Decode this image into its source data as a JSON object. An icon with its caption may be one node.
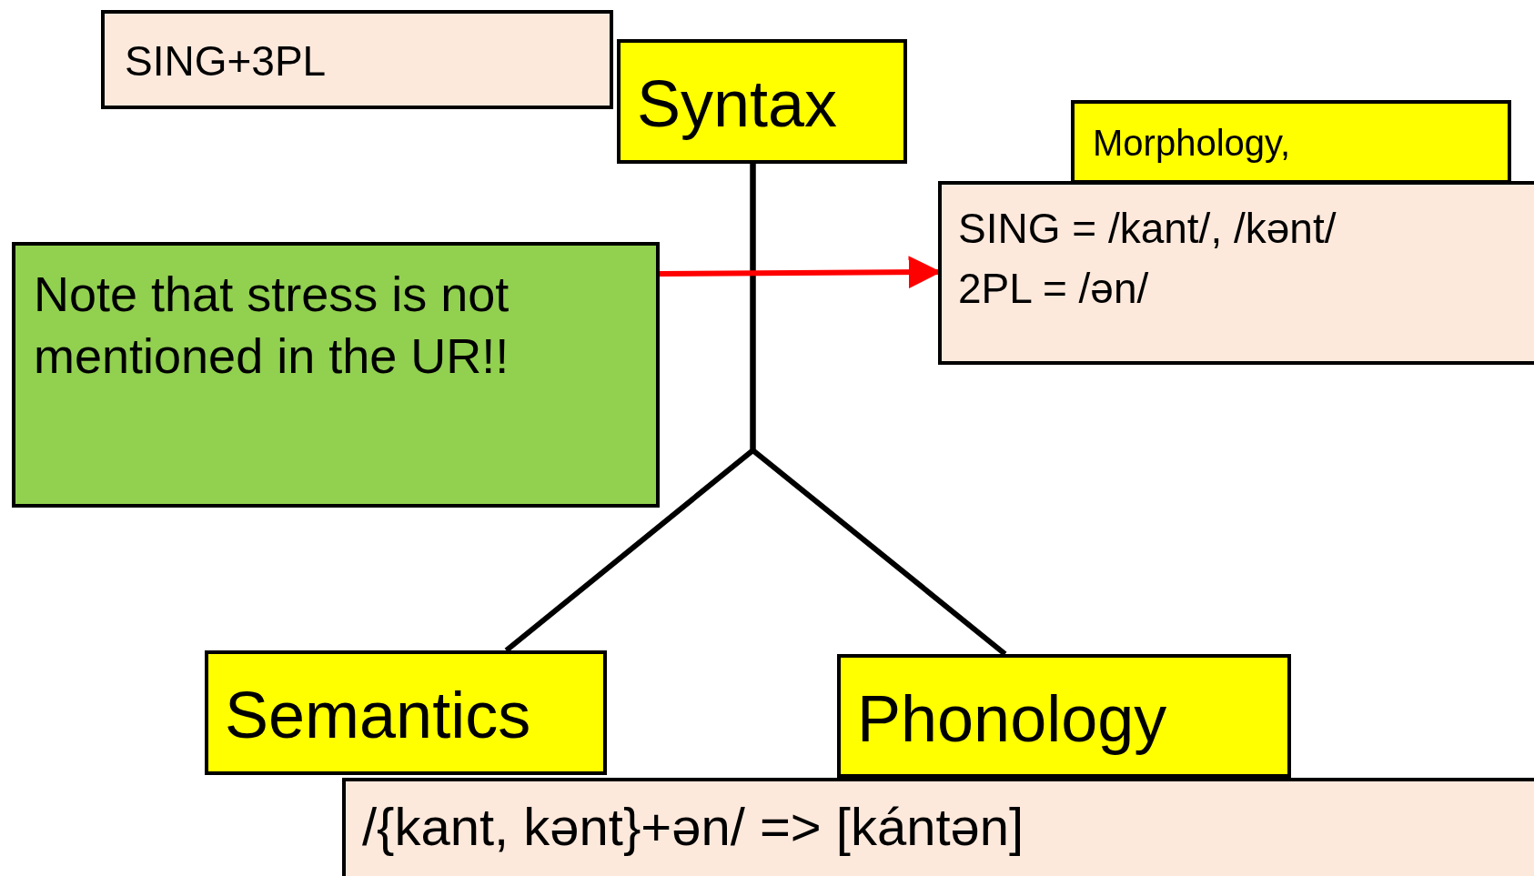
{
  "diagram": {
    "nodes": [
      {
        "text": [
          "SING+3PL"
        ]
      },
      {
        "text": [
          "Syntax"
        ]
      },
      {
        "text": [
          "Morphology,"
        ]
      },
      {
        "text": [
          "SING = /kant/, /kənt/",
          "2PL = /ən/"
        ]
      },
      {
        "text": [
          "Note that stress is not mentioned in the UR!!"
        ]
      },
      {
        "text": [
          "Semantics"
        ]
      },
      {
        "text": [
          "Phonology"
        ]
      },
      {
        "text": [
          "/{kant, kənt}+ən/ => [kántən]"
        ]
      }
    ],
    "edges": [
      {
        "from": 1,
        "to": 5,
        "arrow": "none"
      },
      {
        "from": 1,
        "to": 6,
        "arrow": "none"
      },
      {
        "from": 4,
        "to": 3,
        "arrow": "to",
        "color": "#ff0000"
      }
    ]
  }
}
